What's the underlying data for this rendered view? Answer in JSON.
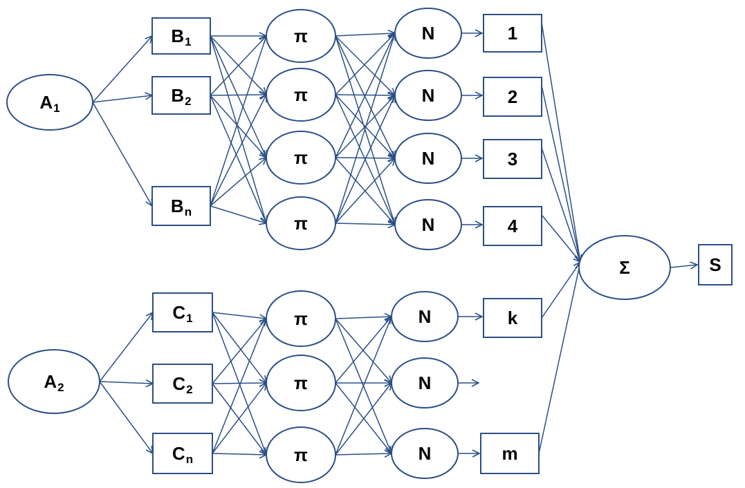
{
  "diagram": {
    "nodes": [
      {
        "id": "A1",
        "kind": "ellipse",
        "label": "A",
        "sub": "1"
      },
      {
        "id": "A2",
        "kind": "ellipse",
        "label": "A",
        "sub": "2"
      },
      {
        "id": "B1",
        "kind": "rect",
        "label": "B",
        "sub": "1"
      },
      {
        "id": "B2",
        "kind": "rect",
        "label": "B",
        "sub": "2"
      },
      {
        "id": "Bn",
        "kind": "rect",
        "label": "B",
        "sub": "n"
      },
      {
        "id": "C1",
        "kind": "rect",
        "label": "C",
        "sub": "1"
      },
      {
        "id": "C2",
        "kind": "rect",
        "label": "C",
        "sub": "2"
      },
      {
        "id": "Cn",
        "kind": "rect",
        "label": "C",
        "sub": "n"
      },
      {
        "id": "P1",
        "kind": "ellipse",
        "label": "π",
        "sub": ""
      },
      {
        "id": "P2",
        "kind": "ellipse",
        "label": "π",
        "sub": ""
      },
      {
        "id": "P3",
        "kind": "ellipse",
        "label": "π",
        "sub": ""
      },
      {
        "id": "P4",
        "kind": "ellipse",
        "label": "π",
        "sub": ""
      },
      {
        "id": "P5",
        "kind": "ellipse",
        "label": "π",
        "sub": ""
      },
      {
        "id": "P6",
        "kind": "ellipse",
        "label": "π",
        "sub": ""
      },
      {
        "id": "P7",
        "kind": "ellipse",
        "label": "π",
        "sub": ""
      },
      {
        "id": "N1",
        "kind": "ellipse",
        "label": "N",
        "sub": ""
      },
      {
        "id": "N2",
        "kind": "ellipse",
        "label": "N",
        "sub": ""
      },
      {
        "id": "N3",
        "kind": "ellipse",
        "label": "N",
        "sub": ""
      },
      {
        "id": "N4",
        "kind": "ellipse",
        "label": "N",
        "sub": ""
      },
      {
        "id": "N5",
        "kind": "ellipse",
        "label": "N",
        "sub": ""
      },
      {
        "id": "N6",
        "kind": "ellipse",
        "label": "N",
        "sub": ""
      },
      {
        "id": "N7",
        "kind": "ellipse",
        "label": "N",
        "sub": ""
      },
      {
        "id": "O1",
        "kind": "rect",
        "label": "1",
        "sub": ""
      },
      {
        "id": "O2",
        "kind": "rect",
        "label": "2",
        "sub": ""
      },
      {
        "id": "O3",
        "kind": "rect",
        "label": "3",
        "sub": ""
      },
      {
        "id": "O4",
        "kind": "rect",
        "label": "4",
        "sub": ""
      },
      {
        "id": "Ok",
        "kind": "rect",
        "label": "k",
        "sub": ""
      },
      {
        "id": "Om",
        "kind": "rect",
        "label": "m",
        "sub": ""
      },
      {
        "id": "SUM",
        "kind": "ellipse",
        "label": "Σ",
        "sub": ""
      },
      {
        "id": "S",
        "kind": "rect",
        "label": "S",
        "sub": ""
      }
    ],
    "colors": {
      "stroke": "#2a4f86",
      "text": "#000000",
      "background": "#ffffff"
    }
  }
}
